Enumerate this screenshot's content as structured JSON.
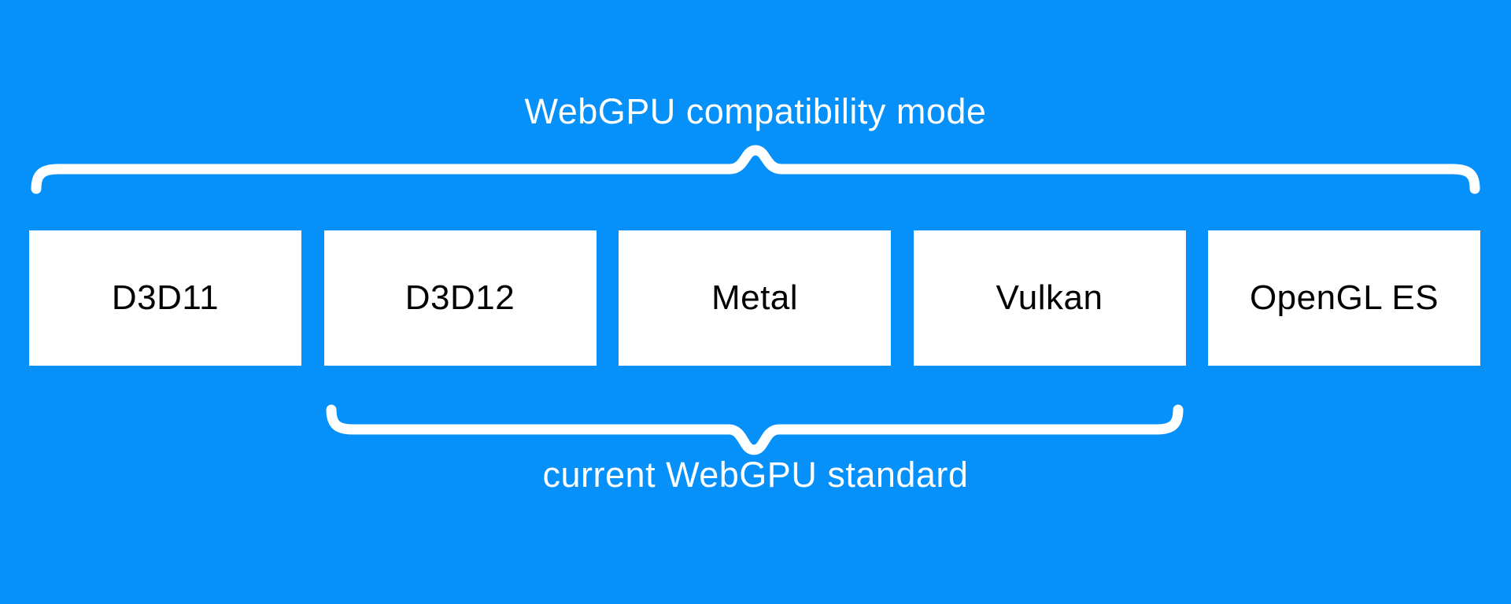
{
  "diagram": {
    "top_group": {
      "label": "WebGPU compatibility mode",
      "spans_boxes": [
        "D3D11",
        "D3D12",
        "Metal",
        "Vulkan",
        "OpenGL ES"
      ]
    },
    "bottom_group": {
      "label": "current WebGPU standard",
      "spans_boxes": [
        "D3D12",
        "Metal",
        "Vulkan"
      ]
    },
    "boxes": [
      {
        "label": "D3D11"
      },
      {
        "label": "D3D12"
      },
      {
        "label": "Metal"
      },
      {
        "label": "Vulkan"
      },
      {
        "label": "OpenGL ES"
      }
    ],
    "colors": {
      "background": "#0590fa",
      "box_background": "#ffffff",
      "box_text": "#000000",
      "label_text": "#ffffff",
      "brace": "#ffffff"
    }
  }
}
